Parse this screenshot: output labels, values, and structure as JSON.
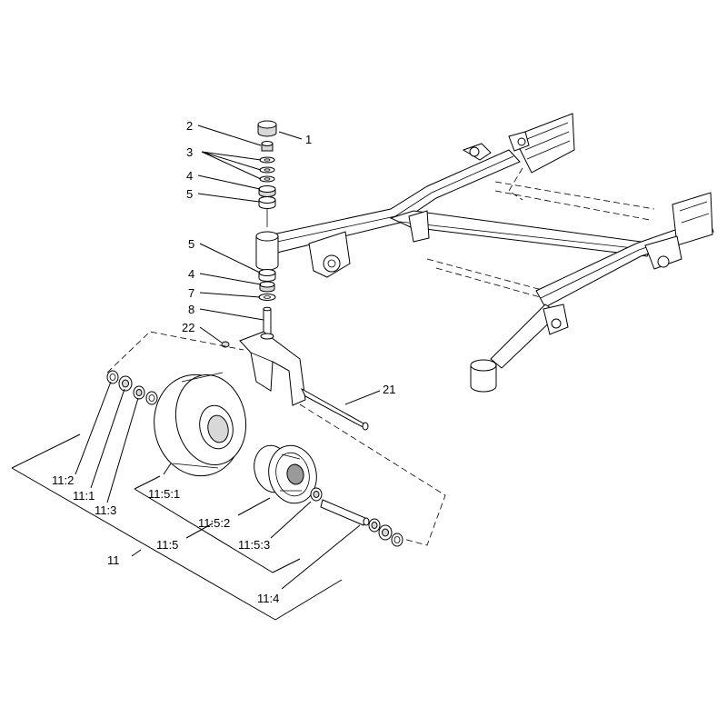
{
  "labels": {
    "l1": "1",
    "l2": "2",
    "l3": "3",
    "l4a": "4",
    "l5a": "5",
    "l5b": "5",
    "l4b": "4",
    "l7": "7",
    "l8": "8",
    "l22": "22",
    "l21": "21",
    "l11_2": "11:2",
    "l11_1": "11:1",
    "l11_3": "11:3",
    "l11_5_1": "11:5:1",
    "l11_5_2": "11:5:2",
    "l11_5_3": "11:5:3",
    "l11_5": "11:5",
    "l11": "11",
    "l11_4": "11:4"
  }
}
